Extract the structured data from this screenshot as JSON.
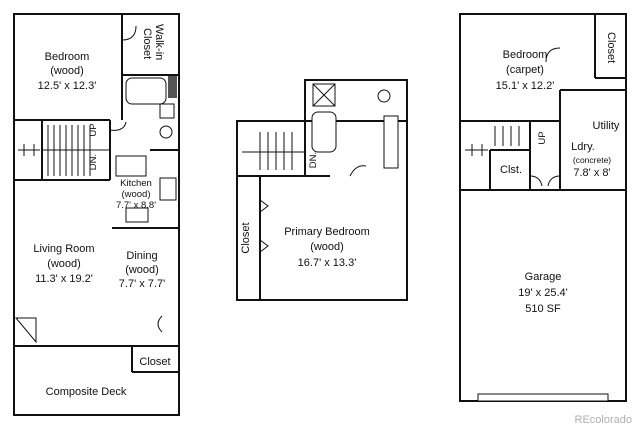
{
  "floor1": {
    "bedroom": {
      "name": "Bedroom",
      "floor": "(wood)",
      "dims": "12.5' x 12.3'"
    },
    "walkin_closet": {
      "line1": "Walk-in",
      "line2": "Closet"
    },
    "stairs": {
      "dn": "DN.",
      "up": "UP"
    },
    "kitchen": {
      "name": "Kitchen",
      "floor": "(wood)",
      "dims": "7.7' x 8.8'"
    },
    "living_room": {
      "name": "Living Room",
      "floor": "(wood)",
      "dims": "11.3' x 19.2'"
    },
    "dining": {
      "name": "Dining",
      "floor": "(wood)",
      "dims": "7.7' x 7.7'"
    },
    "closet": {
      "name": "Closet"
    },
    "deck": {
      "name": "Composite Deck"
    }
  },
  "floor2": {
    "primary_bedroom": {
      "name": "Primary Bedroom",
      "floor": "(wood)",
      "dims": "16.7' x 13.3'"
    },
    "closet": {
      "name": "Closet"
    },
    "stairs": {
      "dn": "DN."
    }
  },
  "floor3": {
    "bedroom": {
      "name": "Bedroom",
      "floor": "(carpet)",
      "dims": "15.1' x 12.2'"
    },
    "closet": {
      "name": "Closet"
    },
    "utility": {
      "name": "Utility"
    },
    "laundry": {
      "name": "Ldry.",
      "floor": "(concrete)",
      "dims": "7.8' x 8'"
    },
    "small_closet": {
      "name": "Clst."
    },
    "stairs": {
      "up": "UP"
    },
    "garage": {
      "name": "Garage",
      "dims": "19' x 25.4'",
      "area": "510 SF"
    }
  },
  "watermark": "REcolorado"
}
